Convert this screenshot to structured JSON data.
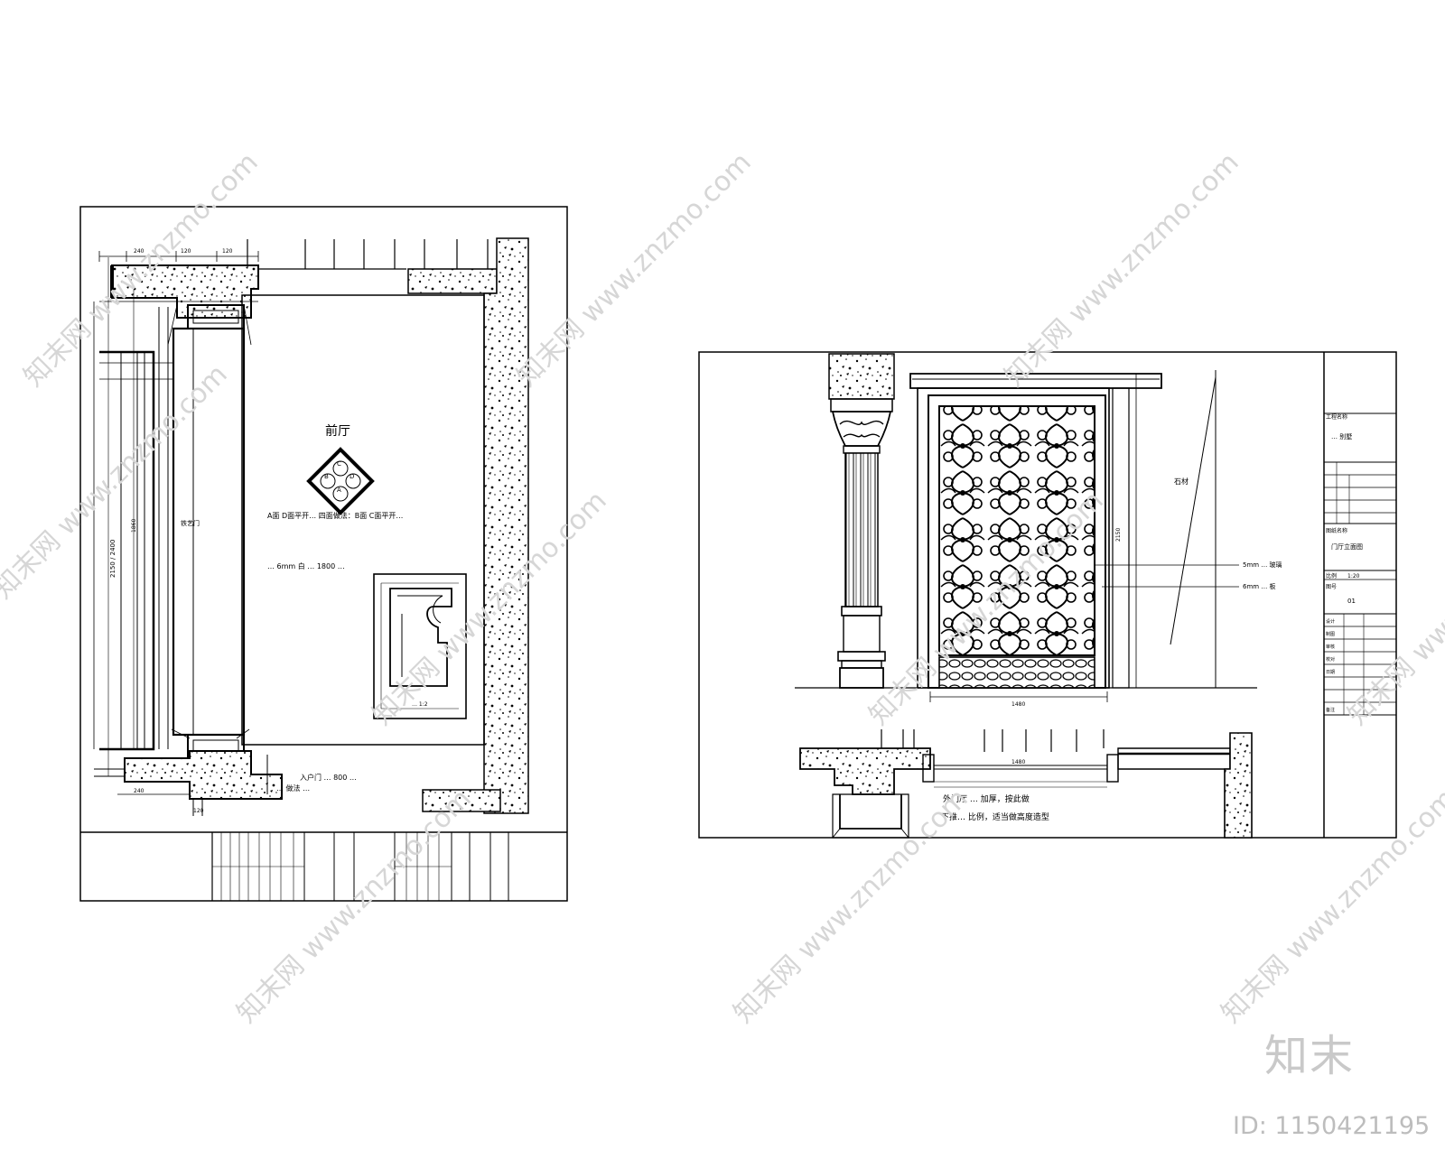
{
  "colors": {
    "ink": "#000000",
    "paper": "#ffffff",
    "watermark": "#d6d6d6",
    "brand": "#c9c9c9"
  },
  "left_sheet": {
    "room_title": "前厅",
    "compass": {
      "top": "C",
      "left": "B",
      "right": "D",
      "bottom": "A"
    },
    "note_1": "A面 D面平开… 四面做法：B面 C面平开…",
    "note_2": "… 6mm 白 … 1800 …",
    "top_dims": [
      "240",
      "120",
      "120"
    ],
    "bottom_dims": [
      "240",
      "120"
    ],
    "door_label": "铁艺门",
    "left_vertical_dim": "2150 / 2400",
    "bottom_note_1": "入户门 … 800 …",
    "bottom_note_2": "… 做法 …",
    "detail_label": "… 1:2",
    "mid_dim": "1860"
  },
  "right_sheet": {
    "side_label": "石材",
    "callout_1": "5mm … 玻璃",
    "callout_2": "6mm … 板",
    "width_dim": "1480",
    "height_dim": "2150",
    "plan_dim": "1480",
    "plan_note_1": "外门厅 … 加厚，按此做",
    "plan_note_2": "下推… 比例，适当做高度造型",
    "title_block": {
      "project_label": "工程名称",
      "project_value": "… 别墅",
      "drawing_label": "图纸名称",
      "drawing_value": "门厅立面图",
      "scale_label": "比例",
      "scale_value": "1:20",
      "number_label": "图号",
      "number_value": "01",
      "small_rows": [
        "设计",
        "制图",
        "审核",
        "校对",
        "日期",
        "备注"
      ]
    }
  },
  "brand": {
    "name": "知末",
    "id": "ID: 1150421195"
  },
  "watermarks": [
    "知末网 www.znzmo.com"
  ]
}
